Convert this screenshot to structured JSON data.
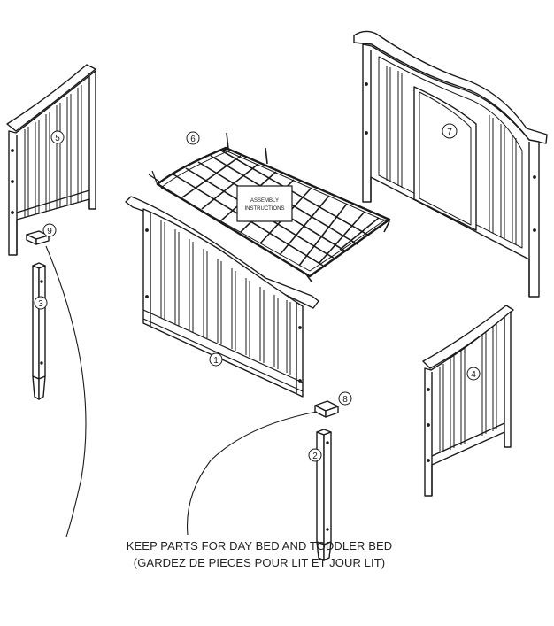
{
  "parts": [
    {
      "id": "part-1",
      "number": "1"
    },
    {
      "id": "part-2",
      "number": "2"
    },
    {
      "id": "part-3",
      "number": "3"
    },
    {
      "id": "part-4",
      "number": "4"
    },
    {
      "id": "part-5",
      "number": "5"
    },
    {
      "id": "part-6",
      "number": "6"
    },
    {
      "id": "part-7",
      "number": "7"
    },
    {
      "id": "part-8",
      "number": "8"
    },
    {
      "id": "part-9",
      "number": "9"
    }
  ],
  "packet": {
    "line1": "ASSEMBLY",
    "line2": "INSTRUCTIONS"
  },
  "caption": {
    "line1": "KEEP PARTS FOR DAY BED AND TODDLER BED",
    "line2": "(GARDEZ DE PIECES POUR LIT ET JOUR LIT)"
  },
  "colors": {
    "line": "#1a1a1a",
    "fill": "#ffffff"
  }
}
